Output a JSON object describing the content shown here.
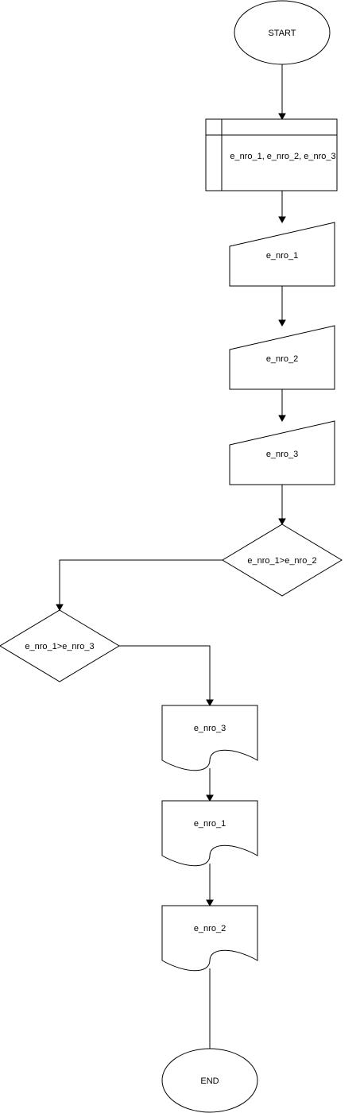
{
  "diagram": {
    "start": "START",
    "declare_vars": "e_nro_1, e_nro_2, e_nro_3",
    "input_1": "e_nro_1",
    "input_2": "e_nro_2",
    "input_3": "e_nro_3",
    "decision_1": "e_nro_1>e_nro_2",
    "decision_2": "e_nro_1>e_nro_3",
    "output_1": "e_nro_3",
    "output_2": "e_nro_1",
    "output_3": "e_nro_2",
    "end": "END"
  }
}
